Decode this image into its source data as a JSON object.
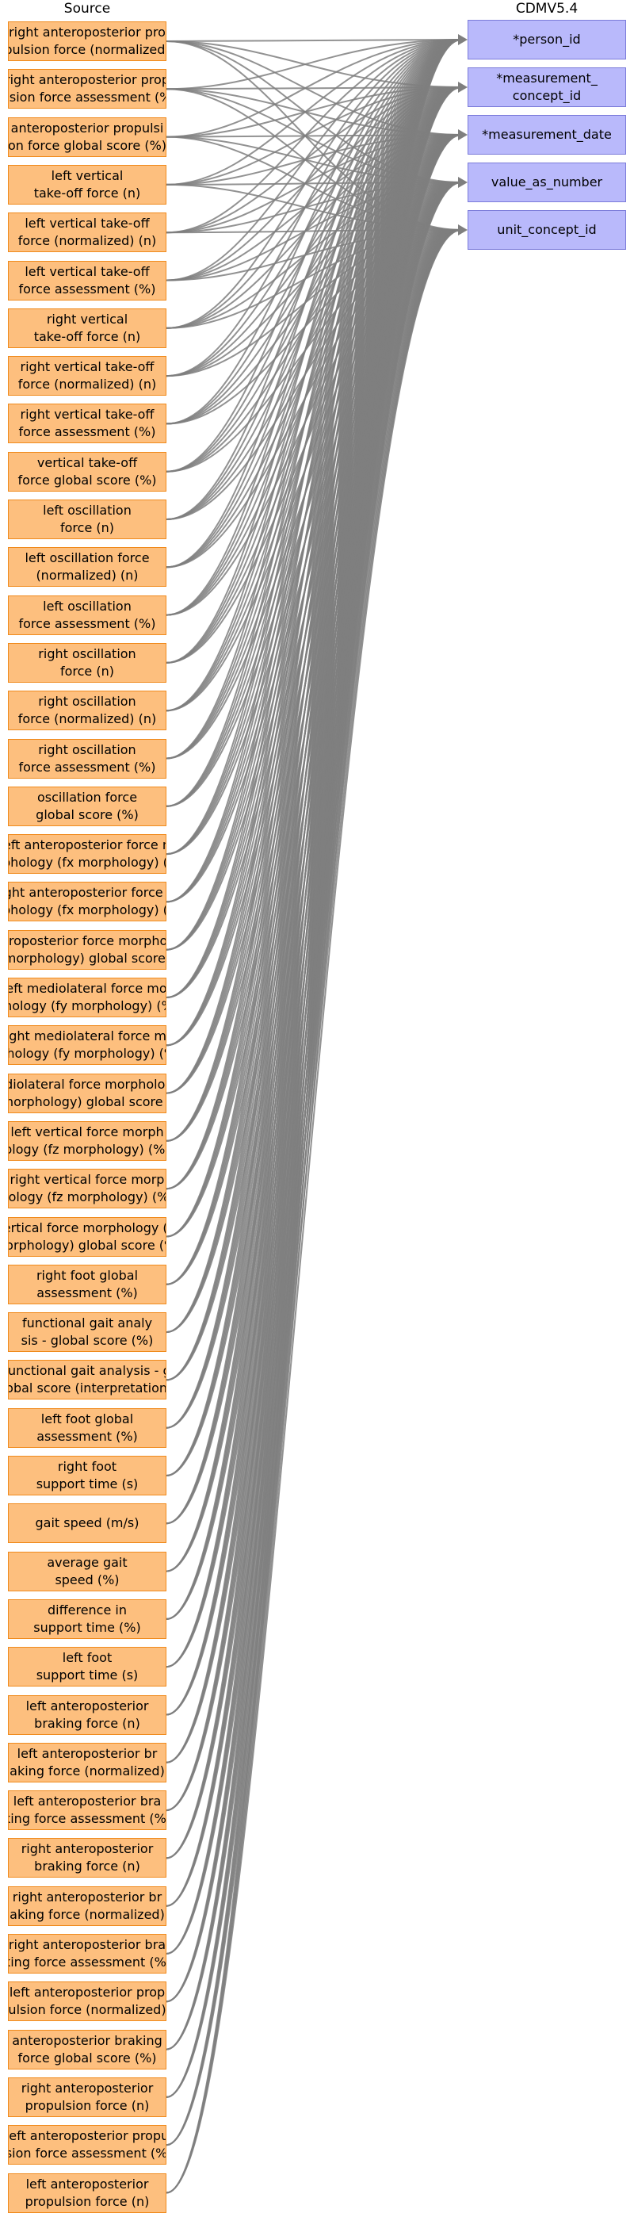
{
  "headers": {
    "source": "Source",
    "target": "CDMV5.4"
  },
  "targets": [
    [
      "*person_id"
    ],
    [
      "*measurement_",
      "concept_id"
    ],
    [
      "*measurement_date"
    ],
    [
      "value_as_number"
    ],
    [
      "unit_concept_id"
    ]
  ],
  "sources": [
    [
      "right anteroposterior pro",
      "pulsion force (normalized)"
    ],
    [
      "right anteroposterior prop",
      "ulsion force assessment (%)"
    ],
    [
      "anteroposterior propulsi",
      "on force global score (%)"
    ],
    [
      "left vertical",
      "take-off force (n)"
    ],
    [
      "left vertical take-off",
      "force (normalized) (n)"
    ],
    [
      "left vertical take-off",
      "force assessment (%)"
    ],
    [
      "right vertical",
      "take-off force (n)"
    ],
    [
      "right vertical take-off",
      "force (normalized) (n)"
    ],
    [
      "right vertical take-off",
      "force assessment (%)"
    ],
    [
      "vertical take-off",
      "force global score (%)"
    ],
    [
      "left oscillation",
      "force (n)"
    ],
    [
      "left oscillation force",
      "(normalized) (n)"
    ],
    [
      "left oscillation",
      "force assessment (%)"
    ],
    [
      "right oscillation",
      "force (n)"
    ],
    [
      "right oscillation",
      "force (normalized) (n)"
    ],
    [
      "right oscillation",
      "force assessment (%)"
    ],
    [
      "oscillation force",
      "global score (%)"
    ],
    [
      "left anteroposterior force m",
      "orphology (fx morphology) (%)"
    ],
    [
      "right anteroposterior force m",
      "orphology (fx morphology) (%)"
    ],
    [
      "anteroposterior force morphology",
      "(fx morphology) global score (%)"
    ],
    [
      "left mediolateral force mor",
      "phology (fy morphology) (%)"
    ],
    [
      "right mediolateral force mo",
      "rphology (fy morphology) (%)"
    ],
    [
      "mediolateral force morphology (",
      "fy morphology) global score (%)"
    ],
    [
      "left vertical force morph",
      "ology (fz morphology) (%)"
    ],
    [
      "right vertical force morp",
      "hology (fz morphology) (%)"
    ],
    [
      "vertical force morphology (fz",
      "morphology) global score (%)"
    ],
    [
      "right foot global",
      "assessment (%)"
    ],
    [
      "functional gait analy",
      "sis - global score (%)"
    ],
    [
      "functional gait analysis - g",
      "lobal score (interpretation)"
    ],
    [
      "left foot global",
      "assessment (%)"
    ],
    [
      "right foot",
      "support time (s)"
    ],
    [
      "gait speed (m/s)"
    ],
    [
      "average gait",
      "speed (%)"
    ],
    [
      "difference in",
      "support time (%)"
    ],
    [
      "left foot",
      "support time (s)"
    ],
    [
      "left anteroposterior",
      "braking force (n)"
    ],
    [
      "left anteroposterior br",
      "aking force (normalized)"
    ],
    [
      "left anteroposterior bra",
      "king force assessment (%)"
    ],
    [
      "right anteroposterior",
      "braking force (n)"
    ],
    [
      "right anteroposterior br",
      "aking force (normalized)"
    ],
    [
      "right anteroposterior bra",
      "king force assessment (%)"
    ],
    [
      "left anteroposterior prop",
      "ulsion force (normalized)"
    ],
    [
      "anteroposterior braking",
      "force global score (%)"
    ],
    [
      "right anteroposterior",
      "propulsion force (n)"
    ],
    [
      "left anteroposterior propu",
      "lsion force assessment (%)"
    ],
    [
      "left anteroposterior",
      "propulsion force (n)"
    ]
  ]
}
